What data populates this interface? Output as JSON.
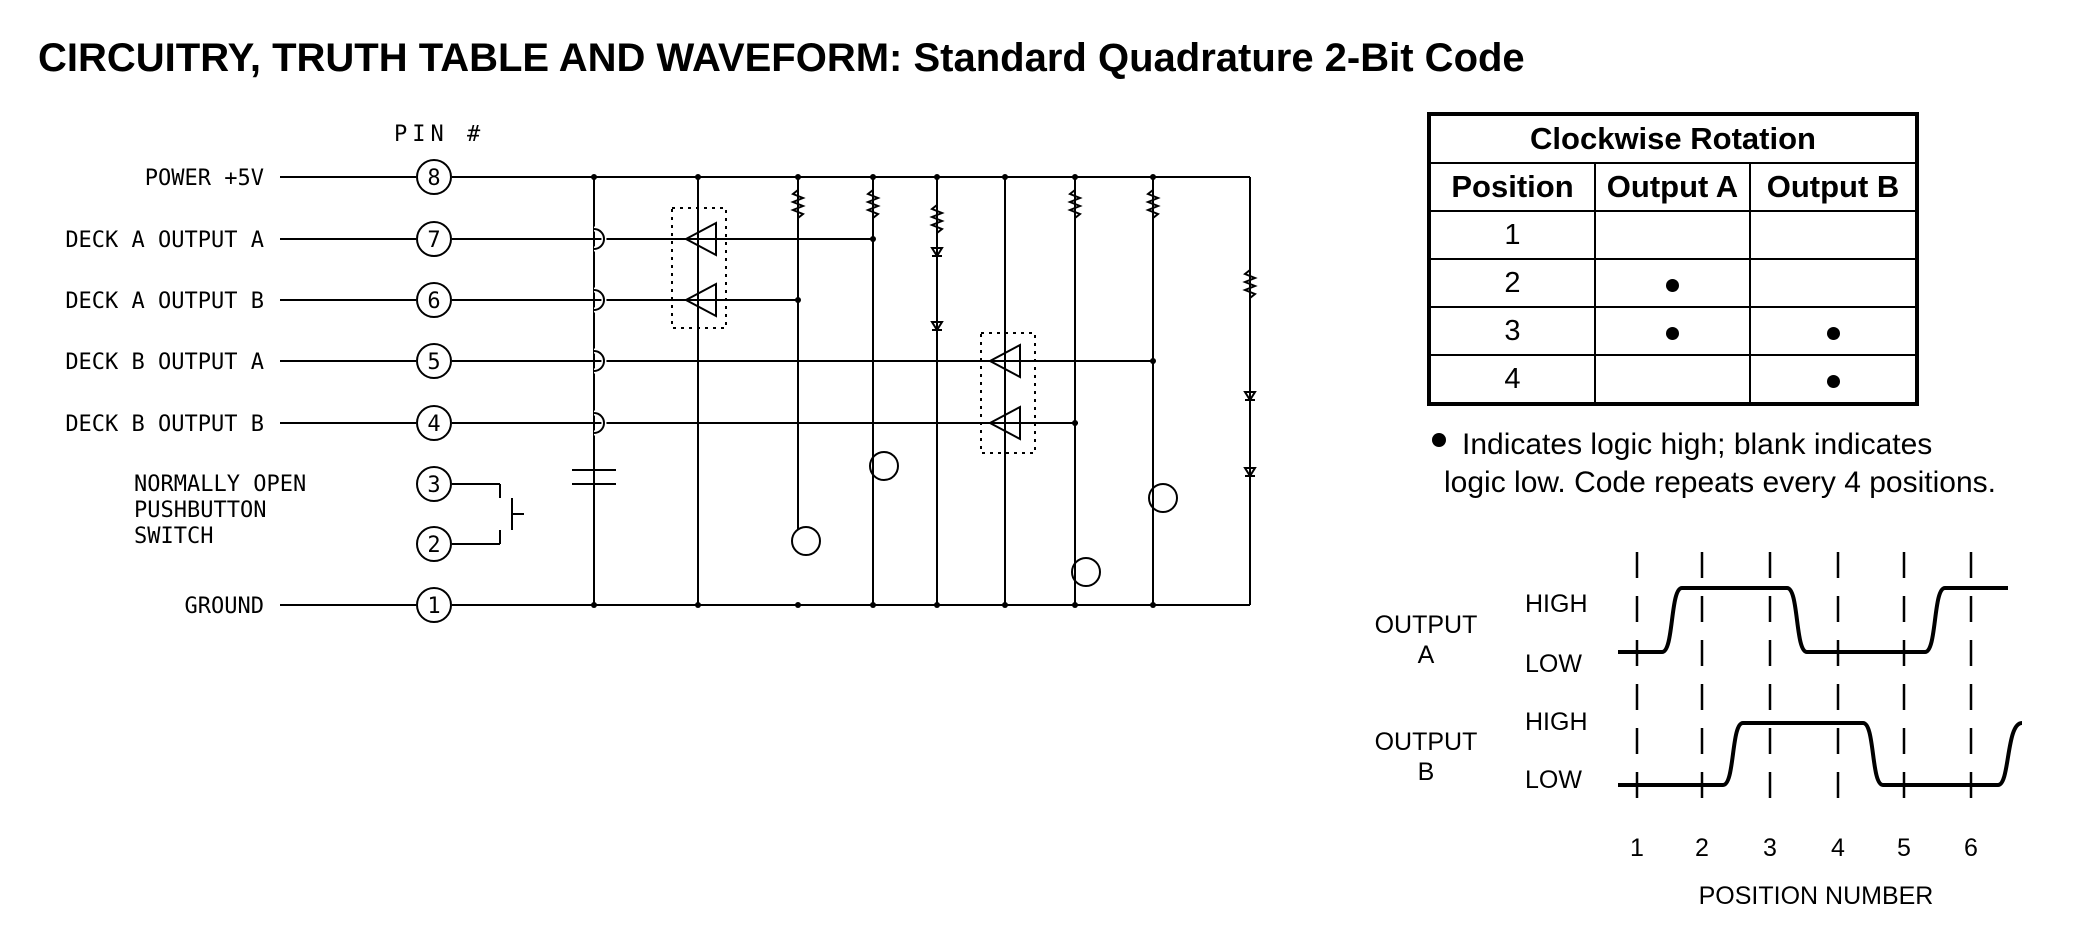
{
  "title": "CIRCUITRY, TRUTH TABLE AND WAVEFORM: Standard Quadrature 2-Bit Code",
  "schematic": {
    "pin_header": "PIN #",
    "pins": [
      {
        "number": "8",
        "label": "POWER +5V"
      },
      {
        "number": "7",
        "label": "DECK A OUTPUT A"
      },
      {
        "number": "6",
        "label": "DECK A OUTPUT B"
      },
      {
        "number": "5",
        "label": "DECK B OUTPUT A"
      },
      {
        "number": "4",
        "label": "DECK B OUTPUT B"
      },
      {
        "number": "3",
        "label": "NORMALLY OPEN"
      },
      {
        "number": "2",
        "label": "PUSHBUTTON"
      },
      {
        "number": "1",
        "label": "GROUND"
      }
    ],
    "switch_label_line3": "SWITCH"
  },
  "truth_table": {
    "caption": "Clockwise Rotation",
    "headers": [
      "Position",
      "Output A",
      "Output B"
    ],
    "rows": [
      {
        "position": "1",
        "a": false,
        "b": false
      },
      {
        "position": "2",
        "a": true,
        "b": false
      },
      {
        "position": "3",
        "a": true,
        "b": true
      },
      {
        "position": "4",
        "a": false,
        "b": true
      }
    ]
  },
  "note": {
    "line1": "Indicates logic high; blank indicates",
    "line2": "logic low. Code repeats every 4 positions."
  },
  "waveform": {
    "output_a_label_1": "OUTPUT",
    "output_a_label_2": "A",
    "output_b_label_1": "OUTPUT",
    "output_b_label_2": "B",
    "high_label": "HIGH",
    "low_label": "LOW",
    "positions": [
      "1",
      "2",
      "3",
      "4",
      "5",
      "6"
    ],
    "x_axis_label": "POSITION NUMBER"
  }
}
